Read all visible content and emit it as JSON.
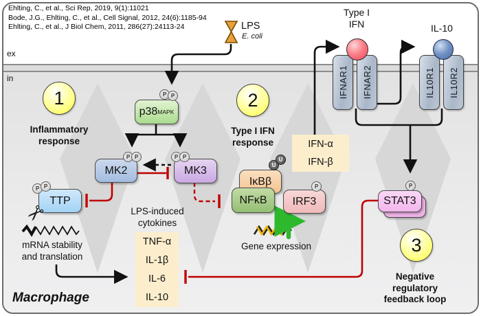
{
  "references": {
    "lines": [
      "Ehlting, C., et al., Sci Rep, 2019, 9(1):11021",
      "Bode, J.G., Ehlting, C., et al., Cell Signal, 2012, 24(6):1185-94",
      "Ehlting, C., et al., J Biol Chem, 2011, 286(27):24113-24"
    ]
  },
  "membrane": {
    "outside_label": "ex",
    "inside_label": "in"
  },
  "ligands": {
    "lps": {
      "label": "LPS",
      "organism": "E. coli"
    },
    "type1_ifn": {
      "lines": [
        "Type I",
        "IFN"
      ]
    },
    "il10": {
      "label": "IL-10"
    }
  },
  "receptors": {
    "ifnar1": "IFNAR1",
    "ifnar2": "IFNAR2",
    "il10r1": "IL10R1",
    "il10r2": "IL10R2"
  },
  "steps": [
    {
      "number": "1",
      "lines": [
        "Inflammatory",
        "response"
      ]
    },
    {
      "number": "2",
      "lines": [
        "Type I IFN",
        "response"
      ]
    },
    {
      "number": "3",
      "lines": [
        "Negative",
        "regulatory",
        "feedback loop"
      ]
    }
  ],
  "proteins": {
    "p38": {
      "base": "p38",
      "sup": "MAPK"
    },
    "mk2": "MK2",
    "mk3": "MK3",
    "ttp": "TTP",
    "ikbb": "IκBβ",
    "nfkb": "NFκB",
    "irf3": "IRF3",
    "stat3": "STAT3"
  },
  "ptm": {
    "p": "P",
    "u": "U"
  },
  "cytokines": {
    "title": [
      "LPS-induced",
      "cytokines"
    ],
    "items": [
      "TNF-α",
      "IL-1β",
      "IL-6",
      "IL-10"
    ]
  },
  "ifn_box": {
    "items": [
      "IFN-α",
      "IFN-β"
    ]
  },
  "annotations": {
    "mrna": [
      "mRNA stability",
      "and translation"
    ],
    "gene_expression": "Gene expression",
    "cell_label": "Macrophage"
  },
  "colors": {
    "inhibit_red": "#c00000",
    "arrow_black": "#111111",
    "cream_box": "#fceecd",
    "step_circle_yellow": "#ffff42",
    "ifn_ball_red": "#ef4b5a",
    "il10_ball_blue": "#4a6ca8",
    "gene_arrow_green": "#2eb82e"
  }
}
